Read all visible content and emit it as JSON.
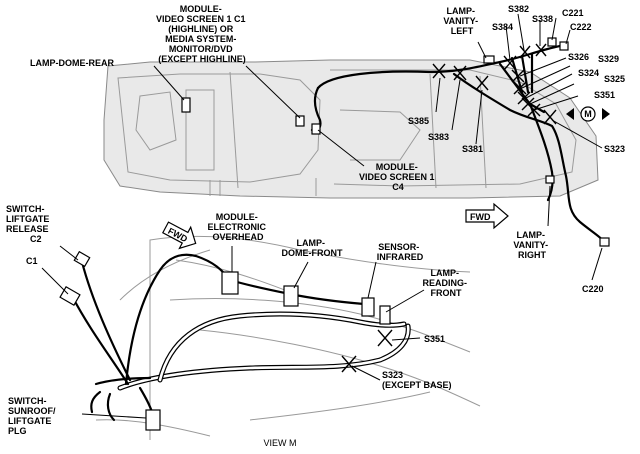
{
  "labels": {
    "video_screen_c1": [
      "MODULE-",
      "VIDEO SCREEN 1 C1",
      "(HIGHLINE) OR",
      "MEDIA SYSTEM-",
      "MONITOR/DVD",
      "(EXCEPT HIGHLINE)"
    ],
    "lamp_dome_rear": "LAMP-DOME-REAR",
    "lamp_vanity_left": [
      "LAMP-",
      "VANITY-",
      "LEFT"
    ],
    "s382": "S382",
    "s338": "S338",
    "c221": "C221",
    "c222": "C222",
    "s384": "S384",
    "s326": "S326",
    "s329": "S329",
    "s324": "S324",
    "s325": "S325",
    "s351_top": "S351",
    "s385": "S385",
    "s383": "S383",
    "s381": "S381",
    "s323_top": "S323",
    "video_screen_c4": [
      "MODULE-",
      "VIDEO SCREEN 1",
      "C4"
    ],
    "fwd_top": "FWD",
    "lamp_vanity_right": [
      "LAMP-",
      "VANITY-",
      "RIGHT"
    ],
    "c220": "C220",
    "switch_liftgate": [
      "SWITCH-",
      "LIFTGATE",
      "RELEASE",
      "C2"
    ],
    "c1": "C1",
    "module_electronic_overhead": [
      "MODULE-",
      "ELECTRONIC",
      "OVERHEAD"
    ],
    "lamp_dome_front": [
      "LAMP-",
      "DOME-FRONT"
    ],
    "sensor_infrared": [
      "SENSOR-",
      "INFRARED"
    ],
    "lamp_reading_front": [
      "LAMP-",
      "READING-",
      "FRONT"
    ],
    "s351_bottom": "S351",
    "s323_bottom": [
      "S323",
      "(EXCEPT BASE)"
    ],
    "switch_sunroof": [
      "SWITCH-",
      "SUNROOF/",
      "LIFTGATE",
      "PLG"
    ],
    "fwd_bottom": "FWD",
    "view": "VIEW M",
    "motor_badge": "M"
  }
}
